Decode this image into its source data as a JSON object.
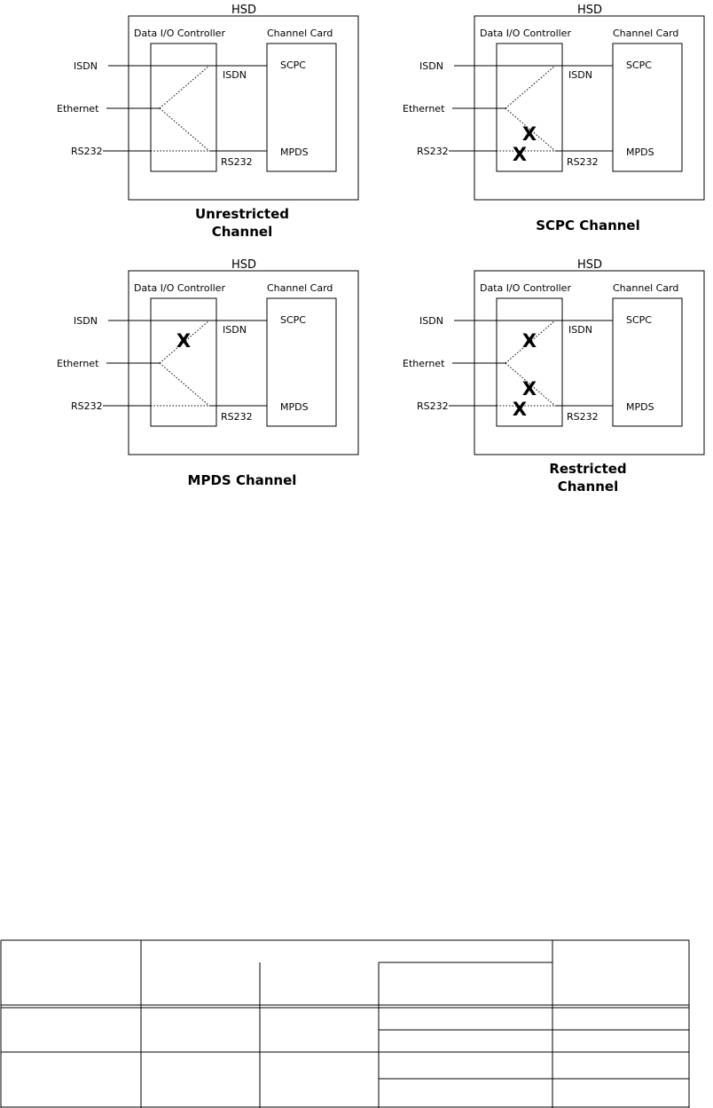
{
  "diagrams": [
    {
      "id": "unrestricted",
      "hsd_label": "HSD",
      "controller_label": "Data I/O Controller",
      "card_label": "Channel Card",
      "inputs": [
        "ISDN",
        "Ethernet",
        "RS232"
      ],
      "outputs": [
        "ISDN",
        "RS232"
      ],
      "card_items": [
        "SCPC",
        "MPDS"
      ],
      "caption_lines": [
        "Unrestricted",
        "Channel"
      ],
      "blocked": {
        "isdn": false,
        "ethernet_mpds": false,
        "rs232": false
      },
      "block_mark": "X"
    },
    {
      "id": "scpc",
      "hsd_label": "HSD",
      "controller_label": "Data I/O Controller",
      "card_label": "Channel Card",
      "inputs": [
        "ISDN",
        "Ethernet",
        "RS232"
      ],
      "outputs": [
        "ISDN",
        "RS232"
      ],
      "card_items": [
        "SCPC",
        "MPDS"
      ],
      "caption_lines": [
        "SCPC Channel"
      ],
      "blocked": {
        "isdn": false,
        "ethernet_mpds": true,
        "rs232": true
      },
      "block_mark": "X"
    },
    {
      "id": "mpds",
      "hsd_label": "HSD",
      "controller_label": "Data I/O Controller",
      "card_label": "Channel Card",
      "inputs": [
        "ISDN",
        "Ethernet",
        "RS232"
      ],
      "outputs": [
        "ISDN",
        "RS232"
      ],
      "card_items": [
        "SCPC",
        "MPDS"
      ],
      "caption_lines": [
        "MPDS Channel"
      ],
      "blocked": {
        "isdn": true,
        "ethernet_mpds": false,
        "rs232": false
      },
      "block_mark": "X"
    },
    {
      "id": "restricted",
      "hsd_label": "HSD",
      "controller_label": "Data I/O Controller",
      "card_label": "Channel Card",
      "inputs": [
        "ISDN",
        "Ethernet",
        "RS232"
      ],
      "outputs": [
        "ISDN",
        "RS232"
      ],
      "card_items": [
        "SCPC",
        "MPDS"
      ],
      "caption_lines": [
        "Restricted",
        "Channel"
      ],
      "blocked": {
        "isdn": true,
        "ethernet_mpds": true,
        "rs232": true
      },
      "block_mark": "X"
    }
  ],
  "table": {
    "columns": 5,
    "header_rows": 2,
    "body_rows": 4,
    "cells": []
  }
}
